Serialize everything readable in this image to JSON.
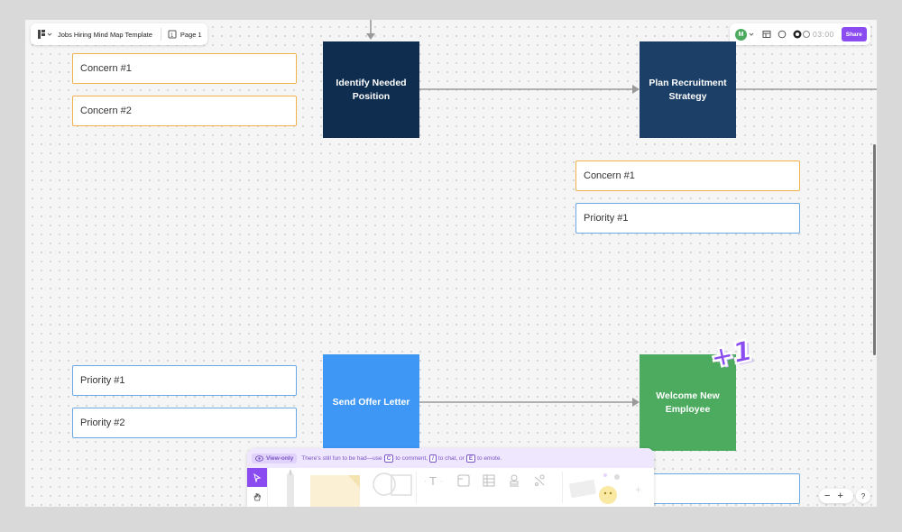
{
  "header": {
    "title": "Jobs Hiring Mind Map Template",
    "page": "Page 1"
  },
  "topbar": {
    "avatar_letter": "M",
    "timer": "03:00",
    "share_label": "Share"
  },
  "canvas": {
    "nodes": {
      "identify": "Identify Needed Position",
      "plan": "Plan Recruitment Strategy",
      "offer": "Send Offer Letter",
      "welcome": "Welcome New Employee"
    },
    "notes": {
      "left_top_1": "Concern #1",
      "left_top_2": "Concern #2",
      "right_mid_1": "Concern #1",
      "right_mid_2": "Priority #1",
      "left_bottom_1": "Priority #1",
      "left_bottom_2": "Priority #2"
    },
    "sticker": "+1",
    "colors": {
      "dark_navy": "#0f2d4f",
      "navy": "#1b3f66",
      "blue": "#3f97f5",
      "green": "#4cab5f",
      "concern_border": "#f2b14a",
      "priority_border": "#6aa8e8",
      "accent": "#8a4bf0"
    }
  },
  "toolbar": {
    "view_only_label": "View-only",
    "hint_1": "There's still fun to be had—use",
    "key_comment": "C",
    "hint_2": "to comment,",
    "key_chat": "/",
    "hint_3": "to chat, or",
    "key_emote": "E",
    "hint_4": "to emote."
  },
  "zoom": {
    "minus": "−",
    "plus": "+",
    "help": "?"
  }
}
